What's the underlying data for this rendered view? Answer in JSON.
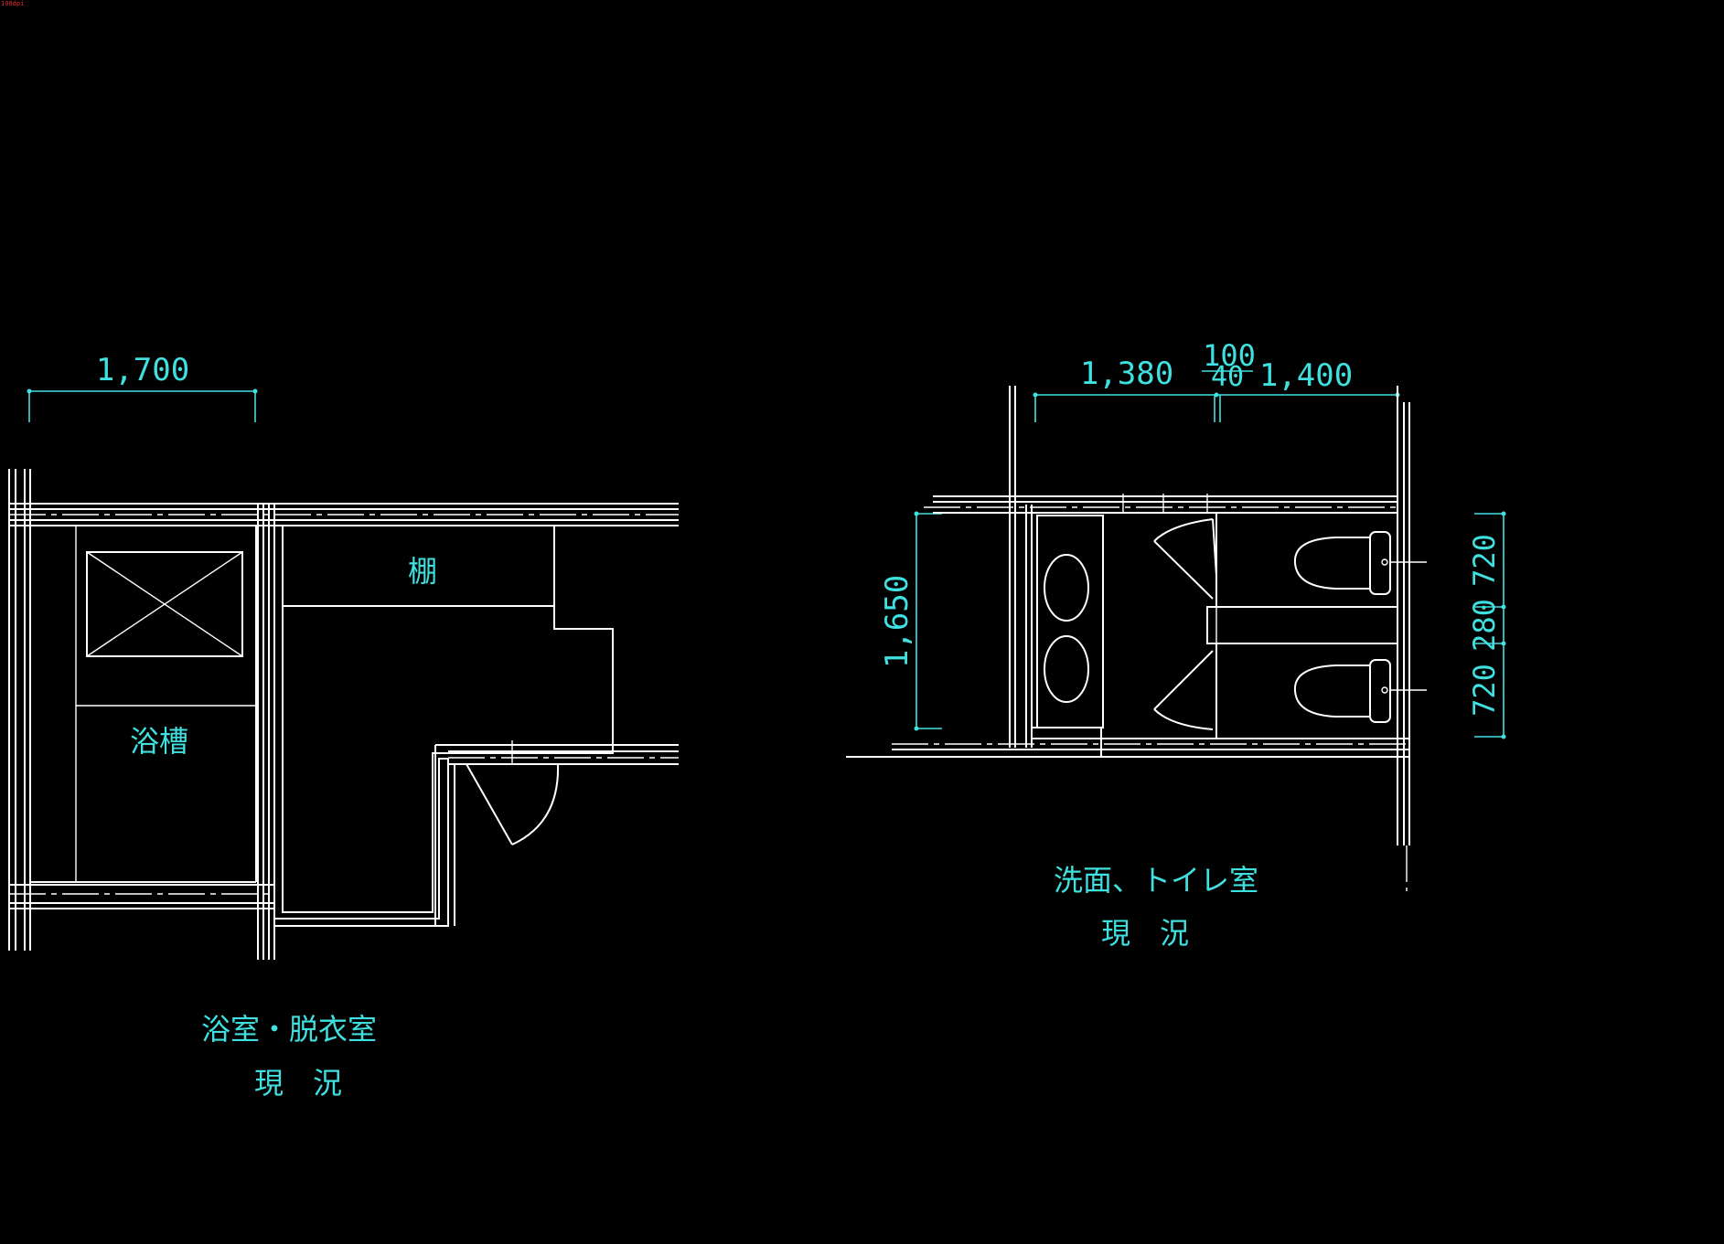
{
  "corner_tag": "100dpi",
  "left_plan": {
    "dimension": "1,700",
    "bathtub_label": "浴槽",
    "shelf_label": "棚",
    "title": "浴室・脱衣室",
    "subtitle": "現　況"
  },
  "right_plan": {
    "dim_1": "1,380",
    "dim_top": "100",
    "dim_mid": "40",
    "dim_2": "1,400",
    "dim_height": "1,650",
    "dim_r1": "720",
    "dim_r2": "280",
    "dim_r3": "720",
    "title": "洗面、トイレ室",
    "subtitle": "現　況"
  },
  "colors": {
    "background": "#000000",
    "lines": "#ffffff",
    "annotation": "#40e0e0",
    "tag": "#e03030"
  }
}
